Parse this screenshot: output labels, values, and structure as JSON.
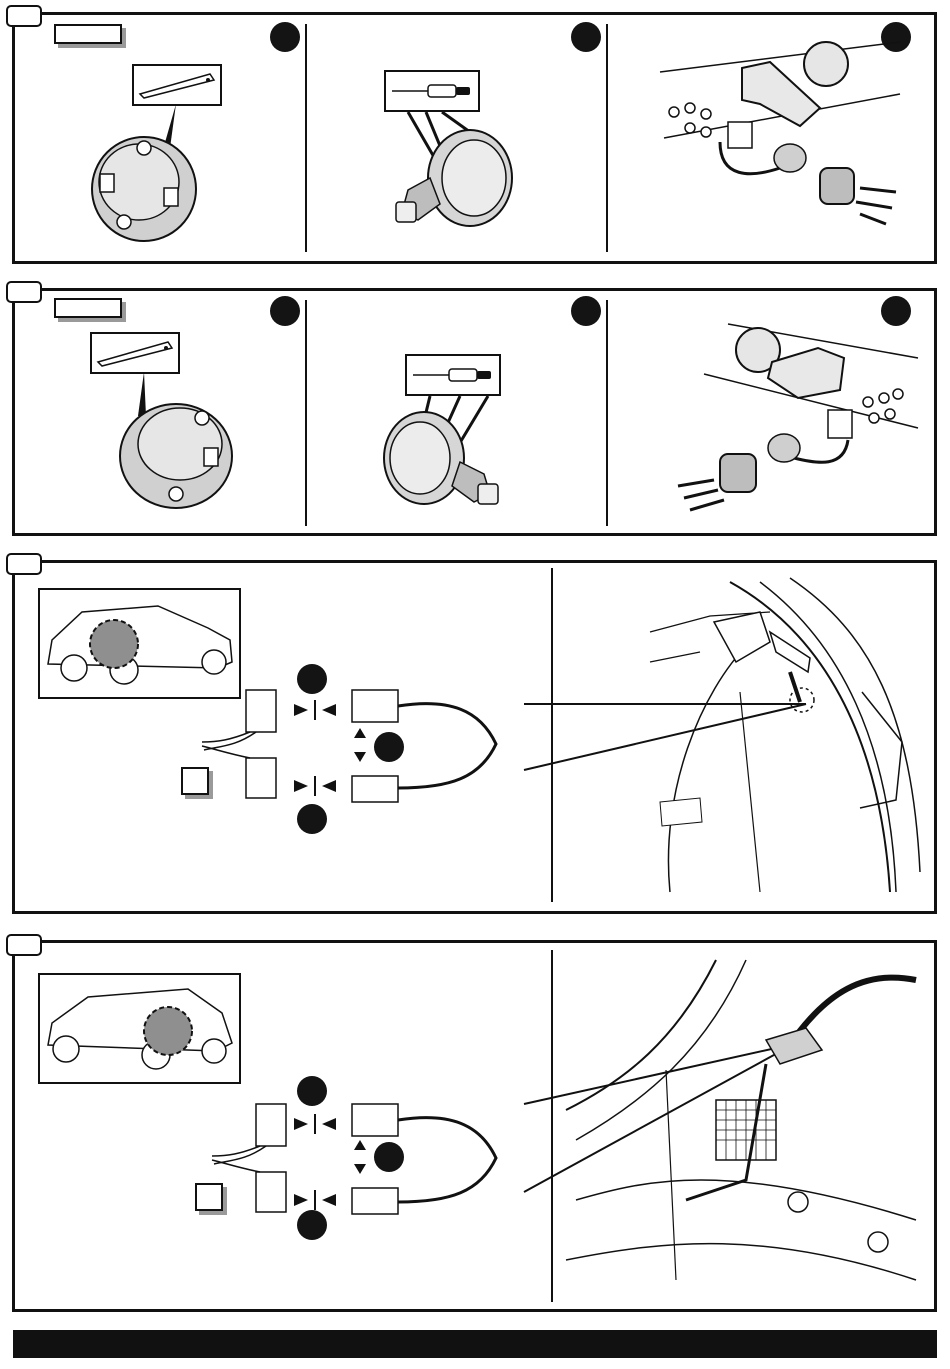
{
  "document": {
    "sheet": "installation-instructions",
    "panels": [
      {
        "id": "step-a",
        "kind": "socket-assembly",
        "columns": 3,
        "markers": 3
      },
      {
        "id": "step-b",
        "kind": "socket-assembly",
        "columns": 3,
        "markers": 3
      },
      {
        "id": "step-c",
        "kind": "connector-routing",
        "markers": 3
      },
      {
        "id": "step-d",
        "kind": "connector-routing",
        "markers": 3
      }
    ],
    "icons": [
      "wedge-tool-icon",
      "screwdriver-icon",
      "socket-icon",
      "tow-ball-icon",
      "car-silhouette-icon",
      "connector-icon"
    ],
    "colors": {
      "ink": "#111111",
      "shade": "#9a9a9a",
      "fill": "#d0d0d0",
      "badge": "#141414"
    }
  }
}
